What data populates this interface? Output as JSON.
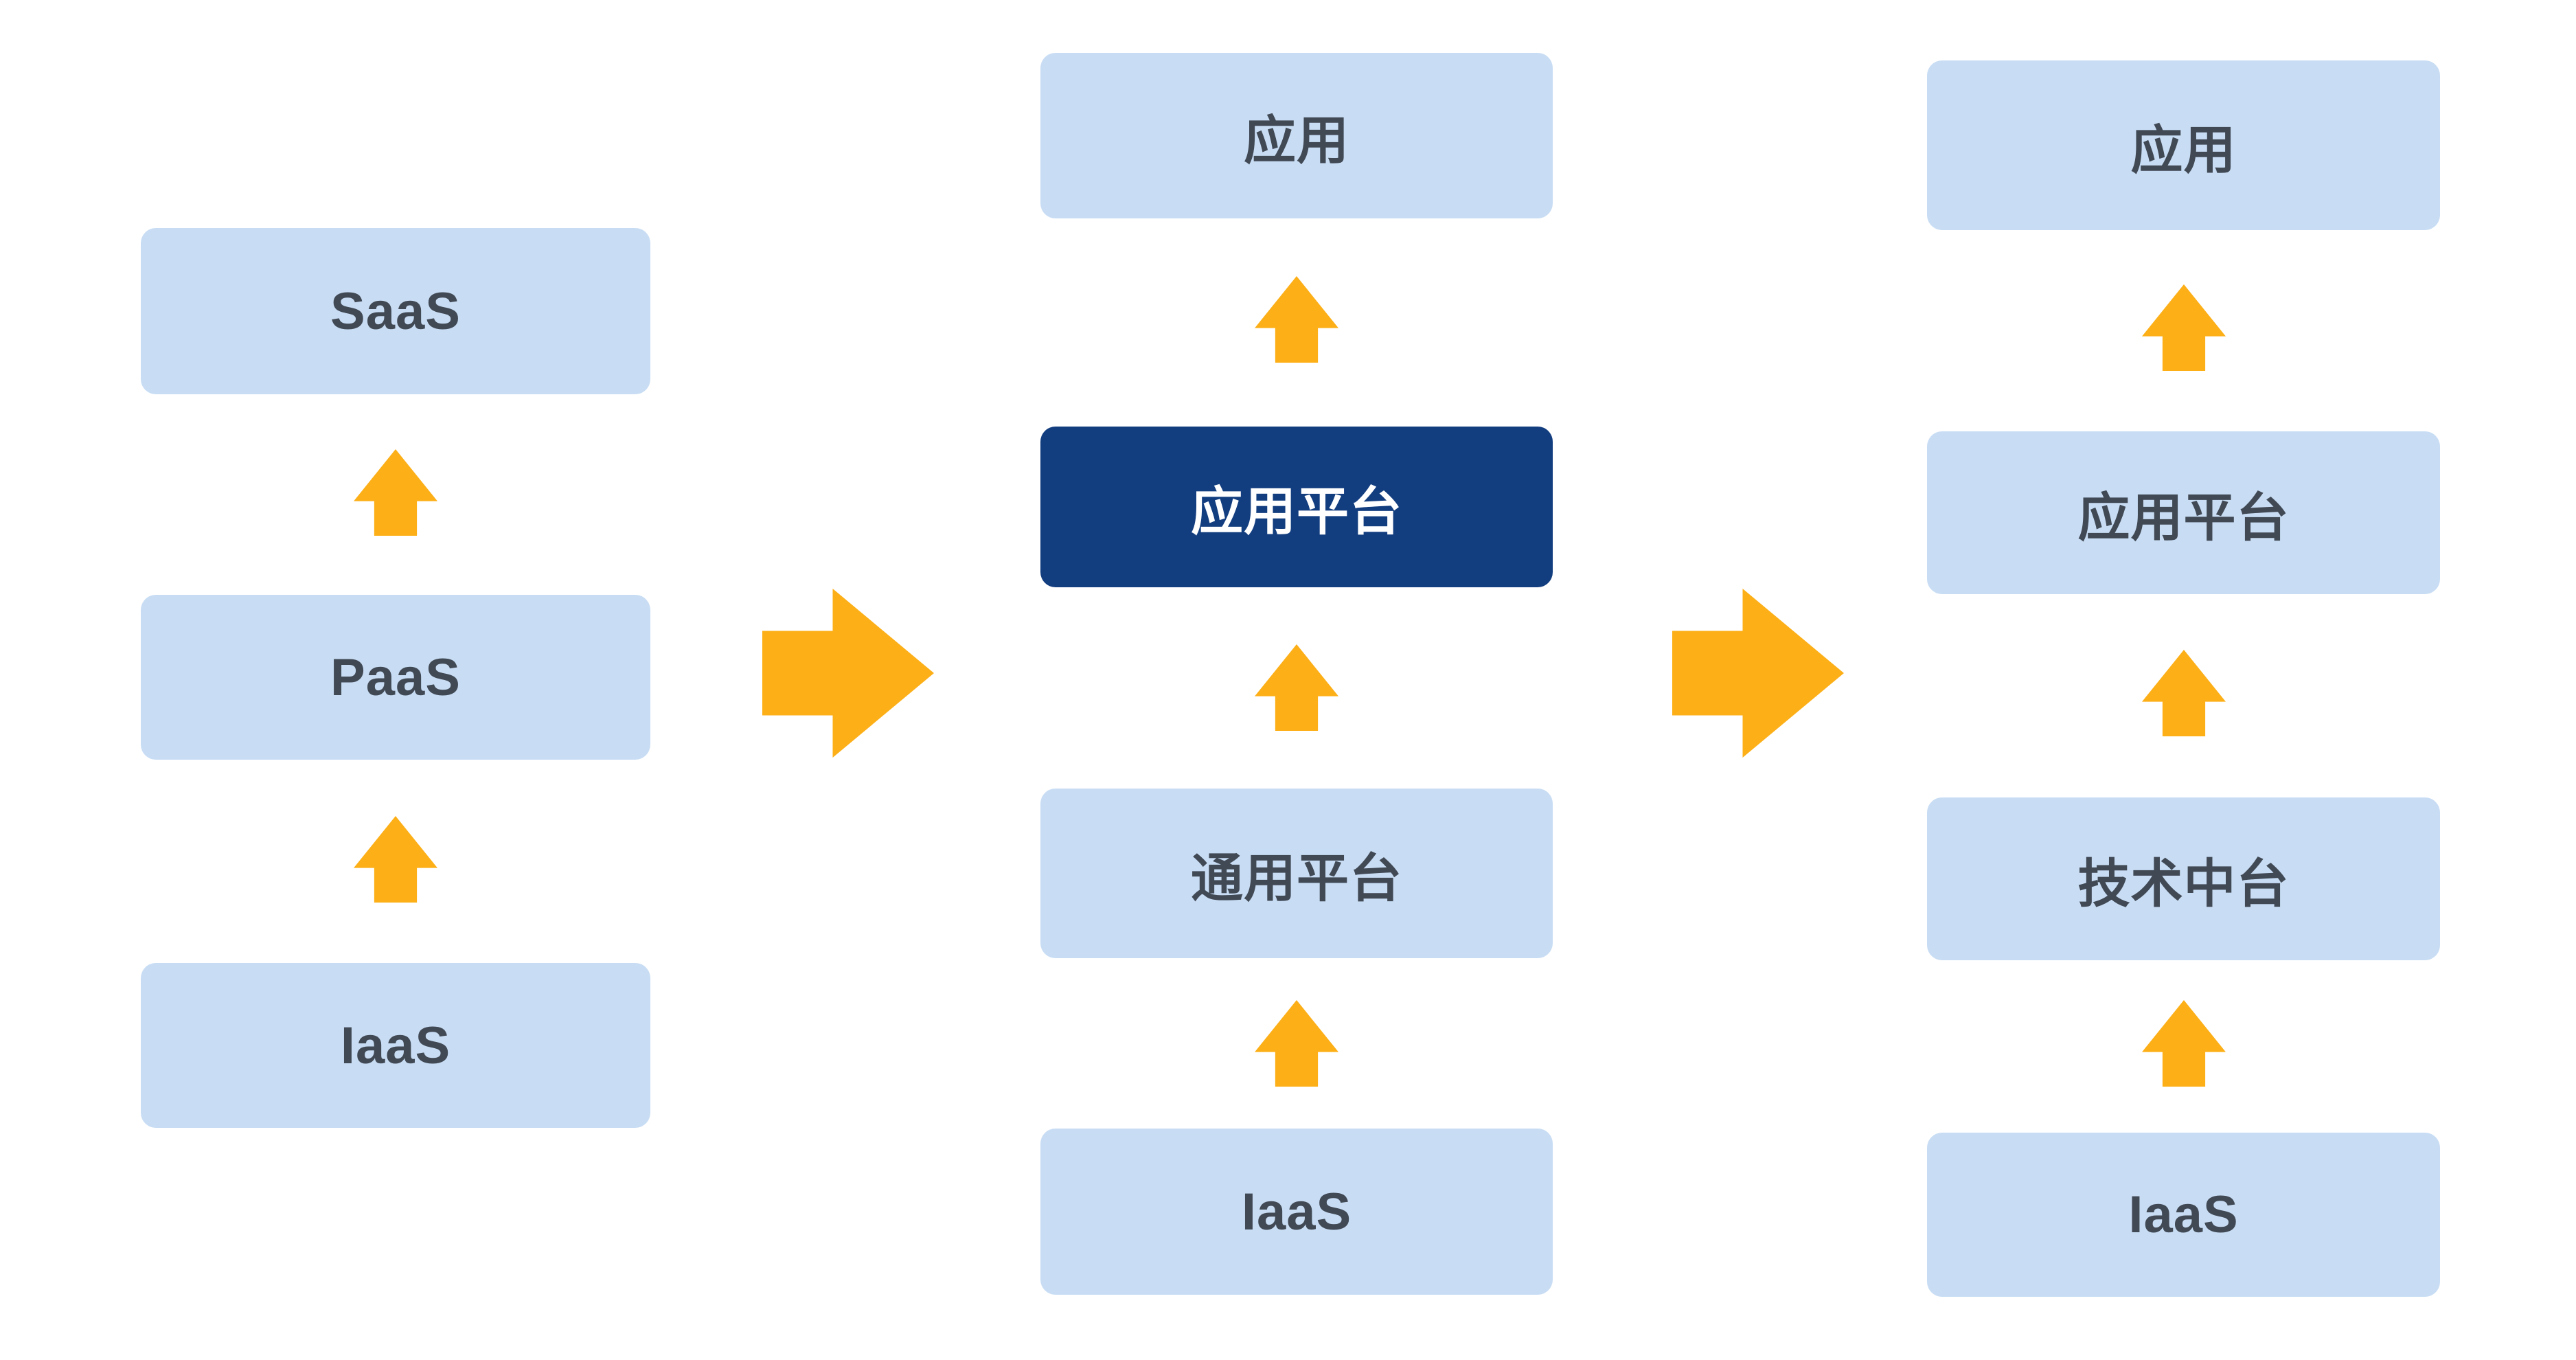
{
  "diagram": {
    "columns": [
      {
        "id": "cloud-stack",
        "boxes": [
          {
            "label": "SaaS"
          },
          {
            "label": "PaaS"
          },
          {
            "label": "IaaS"
          }
        ]
      },
      {
        "id": "platform-stack",
        "boxes": [
          {
            "label": "应用"
          },
          {
            "label": "应用平台",
            "highlighted": true
          },
          {
            "label": "通用平台"
          },
          {
            "label": "IaaS"
          }
        ]
      },
      {
        "id": "middle-platform-stack",
        "boxes": [
          {
            "label": "应用"
          },
          {
            "label": "应用平台"
          },
          {
            "label": "技术中台"
          },
          {
            "label": "IaaS"
          }
        ]
      }
    ],
    "icons": {
      "up_arrow": "block-arrow-up",
      "right_arrow": "block-arrow-right"
    },
    "colors": {
      "background": "#FFFFFF",
      "box_bg": "#C8DDF4",
      "box_text": "#414955",
      "highlight_bg": "#123D7F",
      "highlight_text": "#FFFFFF",
      "arrow": "#FCAF17"
    }
  }
}
